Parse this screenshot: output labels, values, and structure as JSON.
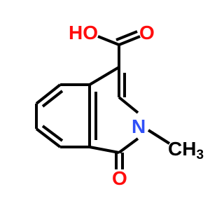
{
  "molecule": {
    "labels": {
      "hydroxyl": "HO",
      "carbonyl_oxygen_acid": "O",
      "nitrogen": "N",
      "methyl_c": "CH",
      "methyl_sub": "3",
      "carbonyl_oxygen_ring": "O"
    },
    "colors": {
      "bond": "#000000",
      "oxygen": "#ff0d0d",
      "nitrogen": "#3050f8",
      "carbon": "#000000",
      "background": "#ffffff"
    }
  }
}
